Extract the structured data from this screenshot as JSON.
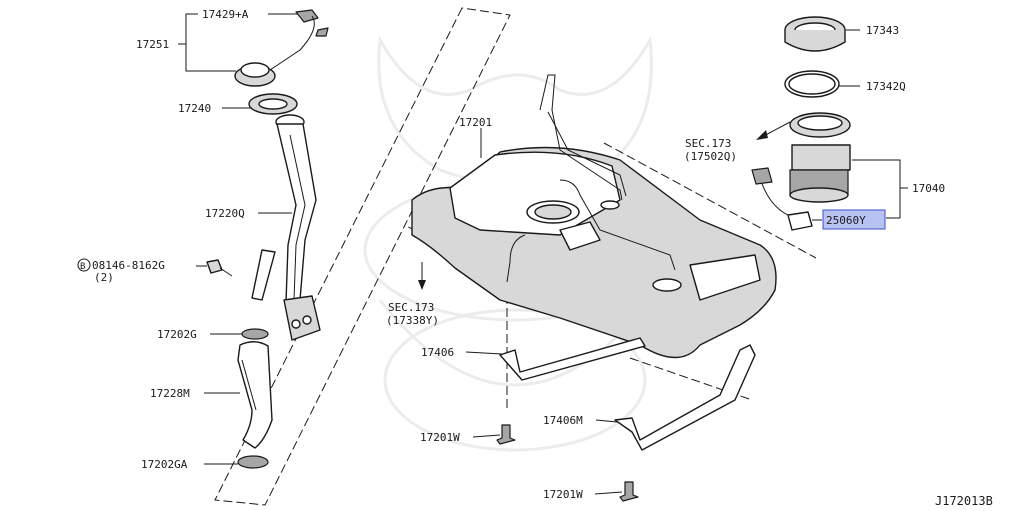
{
  "diagram_id": "J172013B",
  "highlight_color": "#b9c3f3",
  "labels": {
    "p17429a": "17429+A",
    "p17251": "17251",
    "p17240": "17240",
    "p17220q": "17220Q",
    "bolt_circle": "B",
    "bolt": "08146-8162G",
    "bolt_qty": "(2)",
    "p17202g": "17202G",
    "p17228m": "17228M",
    "p17202ga": "17202GA",
    "p17201": "17201",
    "sec173_a": "SEC.173",
    "sec173_a_ref": "(17338Y)",
    "p17406": "17406",
    "p17201w_a": "17201W",
    "p17406m": "17406M",
    "p17201w_b": "17201W",
    "p17343": "17343",
    "p17342q": "17342Q",
    "sec173_b": "SEC.173",
    "sec173_b_ref": "(17502Q)",
    "p17040": "17040",
    "p25060y": "25060Y"
  }
}
